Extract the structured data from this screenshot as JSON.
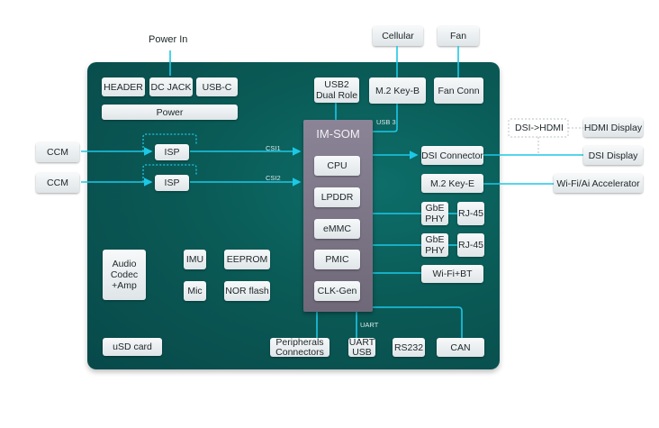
{
  "top_labels": {
    "power_in": "Power In",
    "cellular": "Cellular",
    "fan": "Fan"
  },
  "power_block": {
    "header": "HEADER",
    "dc_jack": "DC JACK",
    "usb_c": "USB-C",
    "power": "Power"
  },
  "camera": {
    "ccm1": "CCM",
    "ccm2": "CCM",
    "isp1": "ISP",
    "isp2": "ISP",
    "csi1": "CSI1",
    "csi2": "CSI2"
  },
  "som": {
    "title": "IM-SOM",
    "blocks": [
      "CPU",
      "LPDDR",
      "eMMC",
      "PMIC",
      "CLK-Gen"
    ]
  },
  "top_blocks": {
    "usb2": "USB2\nDual Role",
    "m2_key_b": "M.2 Key-B",
    "fan_conn": "Fan Conn",
    "usb3_label": "USB 3"
  },
  "right_blocks": {
    "dsi_connector": "DSI Connector",
    "m2_key_e": "M.2 Key-E",
    "gbe_phy1": "GbE\nPHY",
    "rj45_1": "RJ-45",
    "gbe_phy2": "GbE\nPHY",
    "rj45_2": "RJ-45",
    "wifi_bt": "Wi-Fi+BT"
  },
  "external": {
    "dsi_hdmi": "DSI->HDMI",
    "hdmi_display": "HDMI Display",
    "dsi_display": "DSI Display",
    "wifi_ai": "Wi-Fi/Ai Accelerator"
  },
  "left_blocks": {
    "audio": "Audio\nCodec\n+Amp",
    "imu": "IMU",
    "eeprom": "EEPROM",
    "mic": "Mic",
    "nor_flash": "NOR flash",
    "usd_card": "uSD card"
  },
  "bottom_blocks": {
    "peripherals": "Peripherals\nConnectors",
    "uart_usb": "UART\nUSB",
    "rs232": "RS232",
    "can": "CAN",
    "uart_label": "UART"
  },
  "colors": {
    "board": "#0a5a56",
    "wire": "#1cc8e6",
    "som": "#7a7386"
  }
}
